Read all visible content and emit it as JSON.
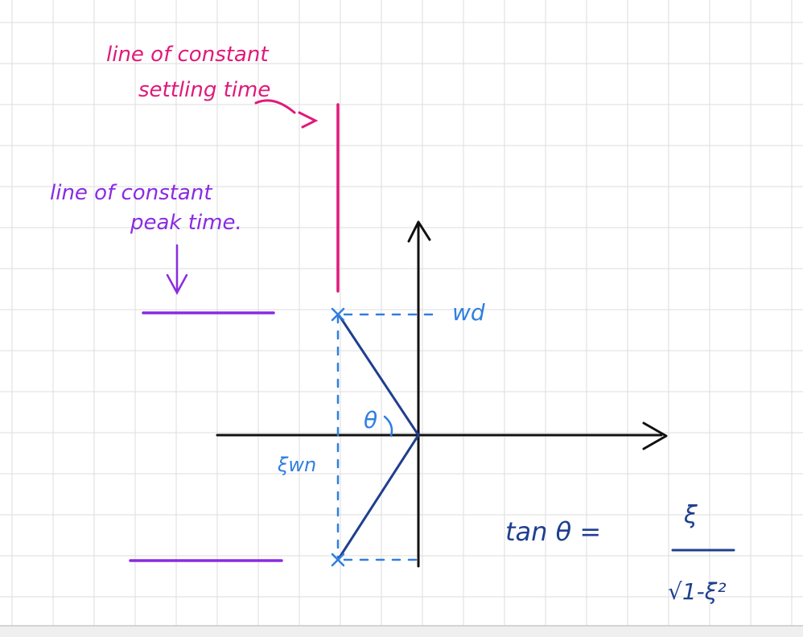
{
  "annotations": {
    "settling_line_label": [
      "line of constant",
      "settling time"
    ],
    "peak_line_label": [
      "line of constant",
      "peak time."
    ],
    "omega_d": "wd",
    "zeta_omega_n": "ξwn",
    "theta": "θ",
    "formula_lhs": "tan θ =",
    "formula_numerator": "ξ",
    "formula_denominator": "√1-ξ²"
  },
  "colors": {
    "settling_line": "#e0197a",
    "peak_line": "#8a2be2",
    "guides": "#2f7fe0",
    "pole_rays": "#1f3f8f",
    "axes": "#111111",
    "grid": "#dddddd"
  },
  "icons": [
    "arrow-down-icon",
    "arrow-right-icon",
    "arrow-up-icon",
    "pole-cross-icon"
  ]
}
